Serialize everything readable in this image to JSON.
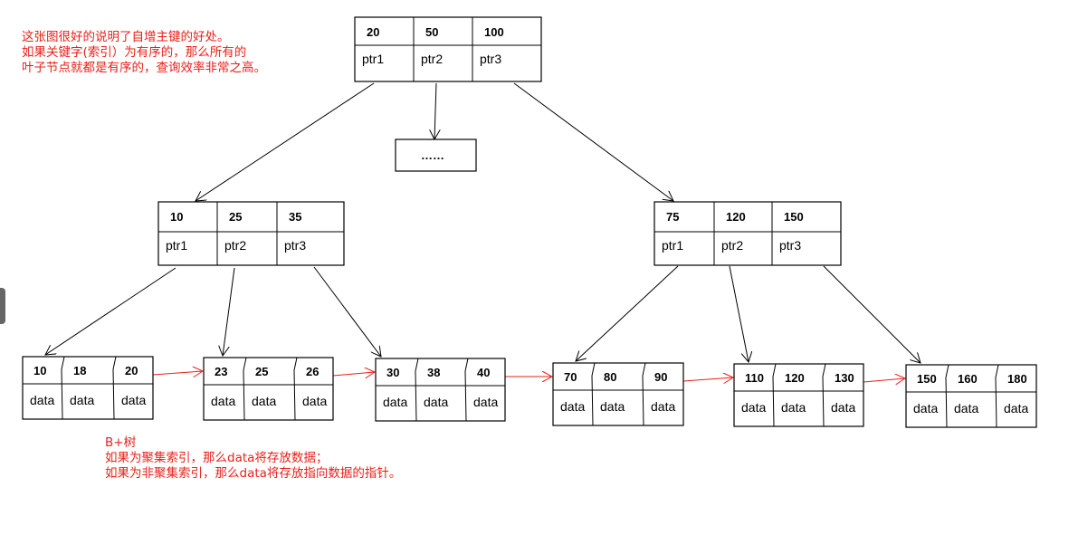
{
  "notes": {
    "top": [
      "这张图很好的说明了自增主键的好处。",
      "如果关键字(索引）为有序的，那么所有的",
      "叶子节点就都是有序的，查询效率非常之高。"
    ],
    "bottom": [
      "B+树",
      "如果为聚集索引，那么data将存放数据；",
      "如果为非聚集索引，那么data将存放指向数据的指针。"
    ]
  },
  "colors": {
    "note_text": "#e8201a",
    "leaf_link_arrow": "#e8201a",
    "node_border": "#000000",
    "tree_edge": "#000000"
  },
  "tree": {
    "root": {
      "keys": [
        "20",
        "50",
        "100"
      ],
      "ptrs": [
        "ptr1",
        "ptr2",
        "ptr3"
      ]
    },
    "collapsed": {
      "label": "……"
    },
    "internal": [
      {
        "keys": [
          "10",
          "25",
          "35"
        ],
        "ptrs": [
          "ptr1",
          "ptr2",
          "ptr3"
        ]
      },
      {
        "keys": [
          "75",
          "120",
          "150"
        ],
        "ptrs": [
          "ptr1",
          "ptr2",
          "ptr3"
        ]
      }
    ],
    "leaves": [
      {
        "keys": [
          "10",
          "18",
          "20"
        ],
        "data": [
          "data",
          "data",
          "data"
        ]
      },
      {
        "keys": [
          "23",
          "25",
          "26"
        ],
        "data": [
          "data",
          "data",
          "data"
        ]
      },
      {
        "keys": [
          "30",
          "38",
          "40"
        ],
        "data": [
          "data",
          "data",
          "data"
        ]
      },
      {
        "keys": [
          "70",
          "80",
          "90"
        ],
        "data": [
          "data",
          "data",
          "data"
        ]
      },
      {
        "keys": [
          "110",
          "120",
          "130"
        ],
        "data": [
          "data",
          "data",
          "data"
        ]
      },
      {
        "keys": [
          "150",
          "160",
          "180"
        ],
        "data": [
          "data",
          "data",
          "data"
        ]
      }
    ]
  }
}
